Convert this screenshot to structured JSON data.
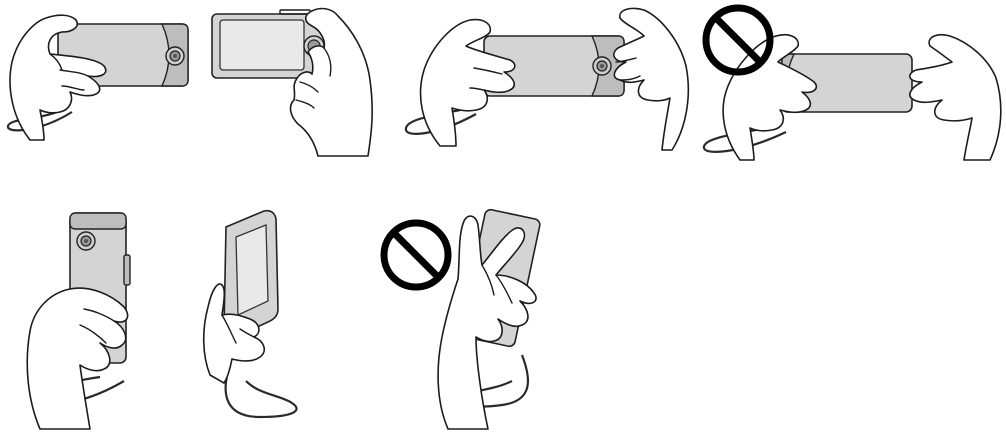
{
  "figures": [
    {
      "id": "landscape-front-correct",
      "prohibited": false
    },
    {
      "id": "landscape-back-correct",
      "prohibited": false
    },
    {
      "id": "landscape-two-hands-correct",
      "prohibited": false
    },
    {
      "id": "landscape-covering-lens-wrong",
      "prohibited": true
    },
    {
      "id": "portrait-front-correct",
      "prohibited": false
    },
    {
      "id": "portrait-back-correct",
      "prohibited": false
    },
    {
      "id": "portrait-covering-lens-wrong",
      "prohibited": true
    }
  ],
  "colors": {
    "line": "#1c1c1c",
    "camera_body": "#d4d4d4",
    "screen": "#e9e9e9",
    "prohibited_sign": "#000000"
  }
}
